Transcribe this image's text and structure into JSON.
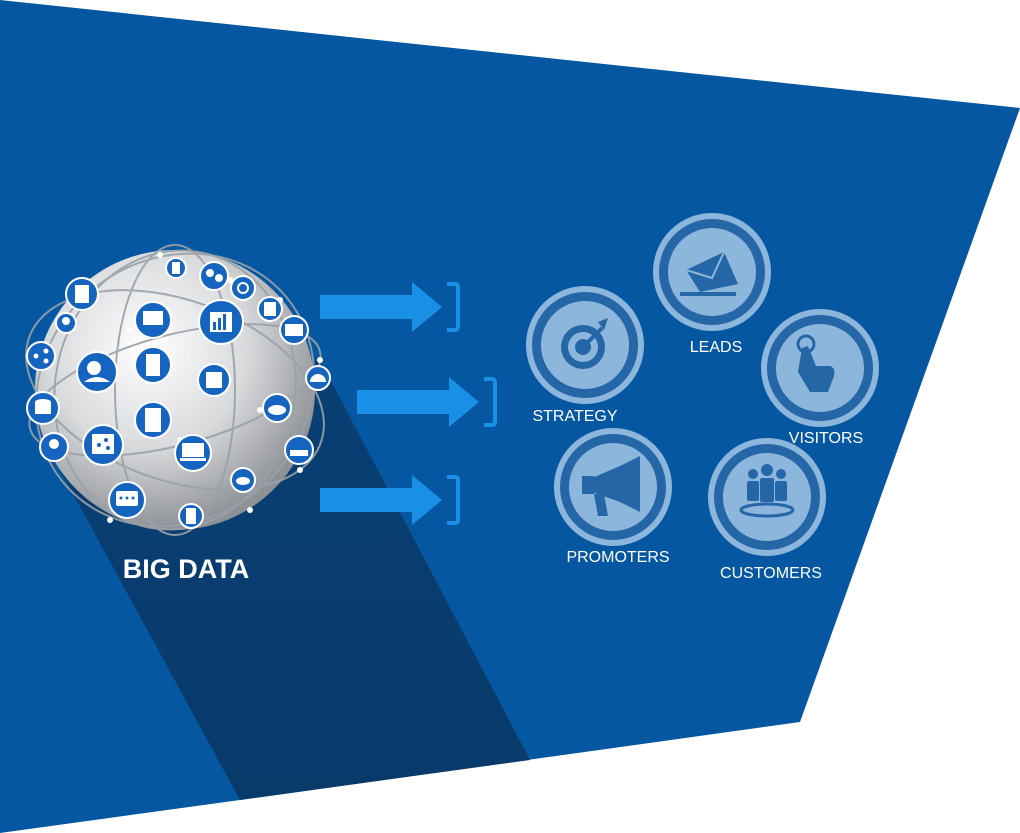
{
  "diagram": {
    "source_label": "BIG DATA",
    "outcomes": [
      {
        "label": "STRATEGY",
        "icon": "target-icon"
      },
      {
        "label": "LEADS",
        "icon": "envelope-icon"
      },
      {
        "label": "VISITORS",
        "icon": "pointer-hand-icon"
      },
      {
        "label": "PROMOTERS",
        "icon": "megaphone-icon"
      },
      {
        "label": "CUSTOMERS",
        "icon": "people-group-icon"
      }
    ],
    "arrow_count": 3
  },
  "colors": {
    "panel": "#0457a0",
    "shadow": "#0b3f73",
    "arrow": "#1a8fe6",
    "ring": "#8db6dd",
    "disc": "#2566a6",
    "globe_icon": "#1565c0"
  }
}
